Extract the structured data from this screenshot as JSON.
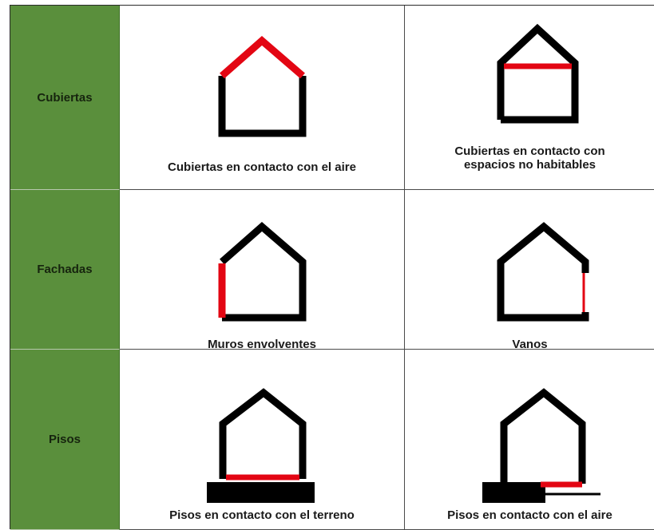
{
  "rows": [
    {
      "label": "Cubiertas",
      "cells": [
        {
          "caption": "Cubiertas en contacto con el aire",
          "icon": "house-roof-highlighted-icon"
        },
        {
          "caption_line1": "Cubiertas en contacto con",
          "caption_line2": "espacios no habitables",
          "icon": "house-ceiling-highlighted-icon"
        }
      ]
    },
    {
      "label": "Fachadas",
      "cells": [
        {
          "caption": "Muros envolventes",
          "icon": "house-wall-highlighted-icon"
        },
        {
          "caption": "Vanos",
          "icon": "house-opening-highlighted-icon"
        }
      ]
    },
    {
      "label": "Pisos",
      "cells": [
        {
          "caption": "Pisos en contacto con el terreno",
          "icon": "house-ground-floor-highlighted-icon"
        },
        {
          "caption": "Pisos en contacto con el aire",
          "icon": "house-raised-floor-highlighted-icon"
        }
      ]
    }
  ],
  "colors": {
    "label_background": "#5a8f3c",
    "outline": "#000000",
    "highlight": "#e30613"
  }
}
